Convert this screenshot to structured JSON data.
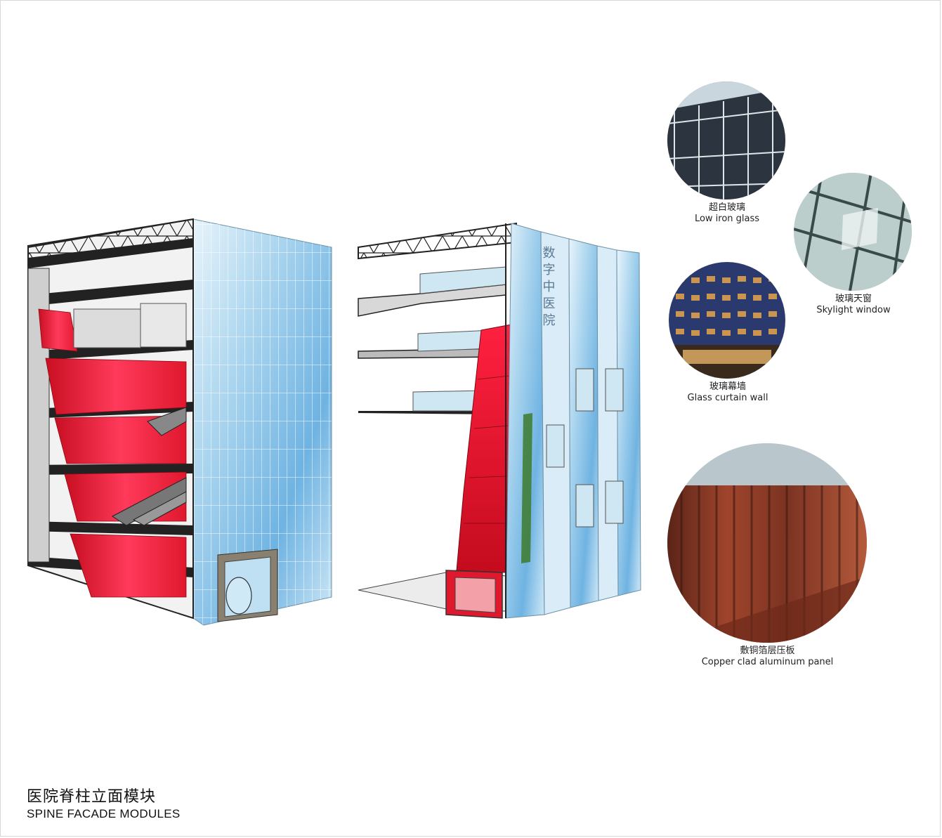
{
  "title": {
    "cn": "医院脊柱立面模块",
    "en": "SPINE FACADE MODULES"
  },
  "building_sign": "数字中医院",
  "materials": [
    {
      "cn": "超白玻璃",
      "en": "Low iron glass",
      "icon": "low-iron-glass-photo"
    },
    {
      "cn": "玻璃天窗",
      "en": "Skylight window",
      "icon": "skylight-window-photo"
    },
    {
      "cn": "玻璃幕墙",
      "en": "Glass curtain wall",
      "icon": "glass-curtain-wall-photo"
    },
    {
      "cn": "敷铜箔层压板",
      "en": "Copper clad aluminum panel",
      "icon": "copper-panel-photo"
    }
  ],
  "colors": {
    "red_panel": "#e0182e",
    "glass": "#9fd0ec",
    "copper": "#8b3a26",
    "steel": "#222222"
  }
}
